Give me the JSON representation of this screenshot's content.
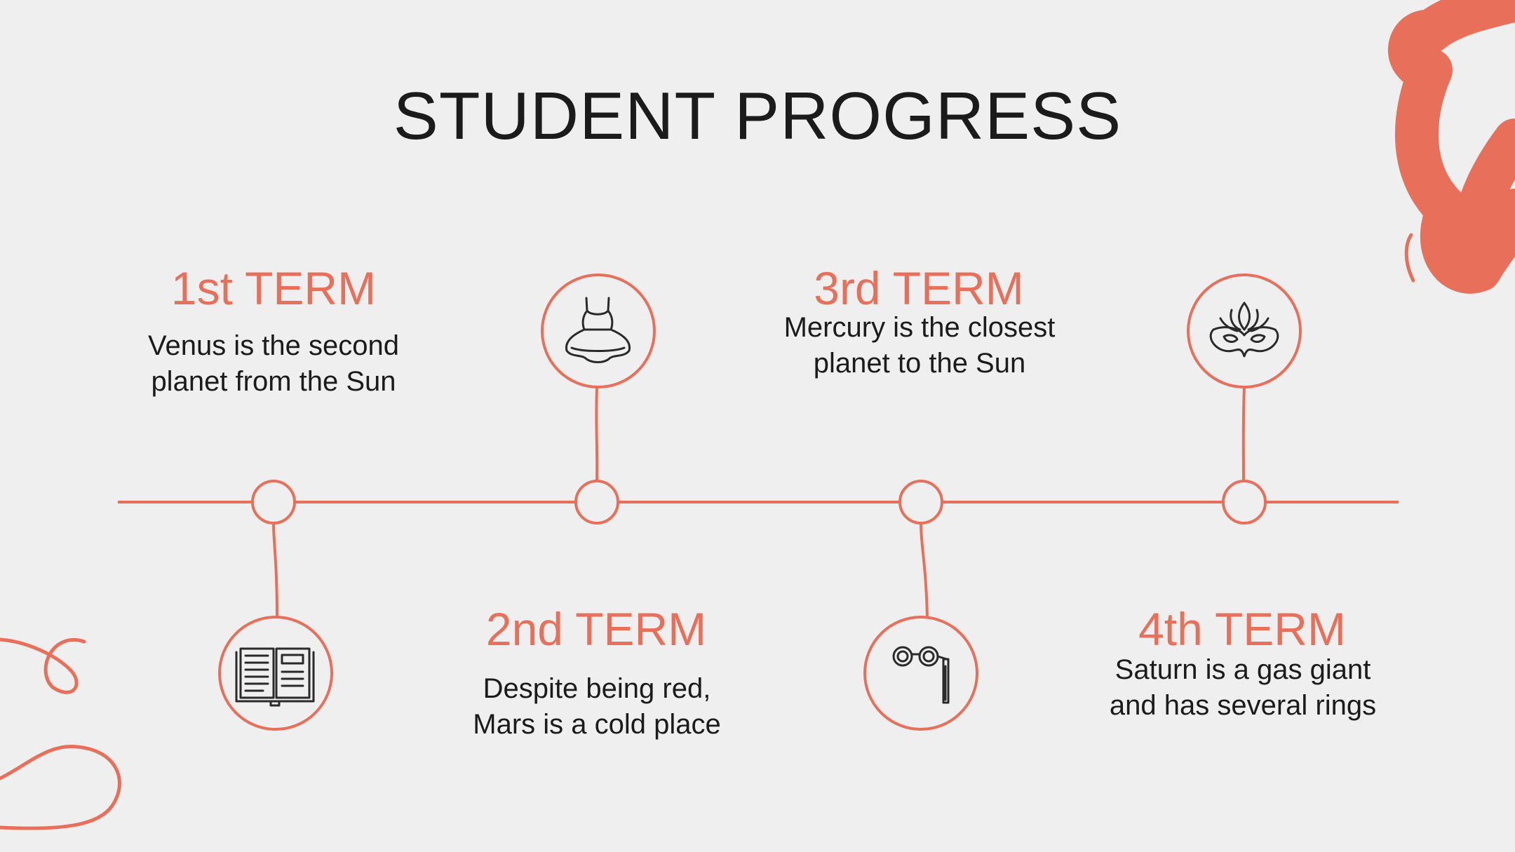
{
  "title": "STUDENT PROGRESS",
  "colors": {
    "accent": "#e8705a",
    "background": "#efefef",
    "text": "#1b1b1b",
    "icon": "#2a2a2a"
  },
  "terms": [
    {
      "heading": "1st TERM",
      "description": "Venus is the second planet from the Sun",
      "icon": "book-icon"
    },
    {
      "heading": "2nd TERM",
      "description": "Despite being red, Mars is a cold place",
      "icon": "ballet-tutu-icon"
    },
    {
      "heading": "3rd TERM",
      "description": "Mercury is the closest planet to the Sun",
      "icon": "opera-glasses-icon"
    },
    {
      "heading": "4th TERM",
      "description": "Saturn is a gas giant and has several rings",
      "icon": "carnival-mask-icon"
    }
  ]
}
